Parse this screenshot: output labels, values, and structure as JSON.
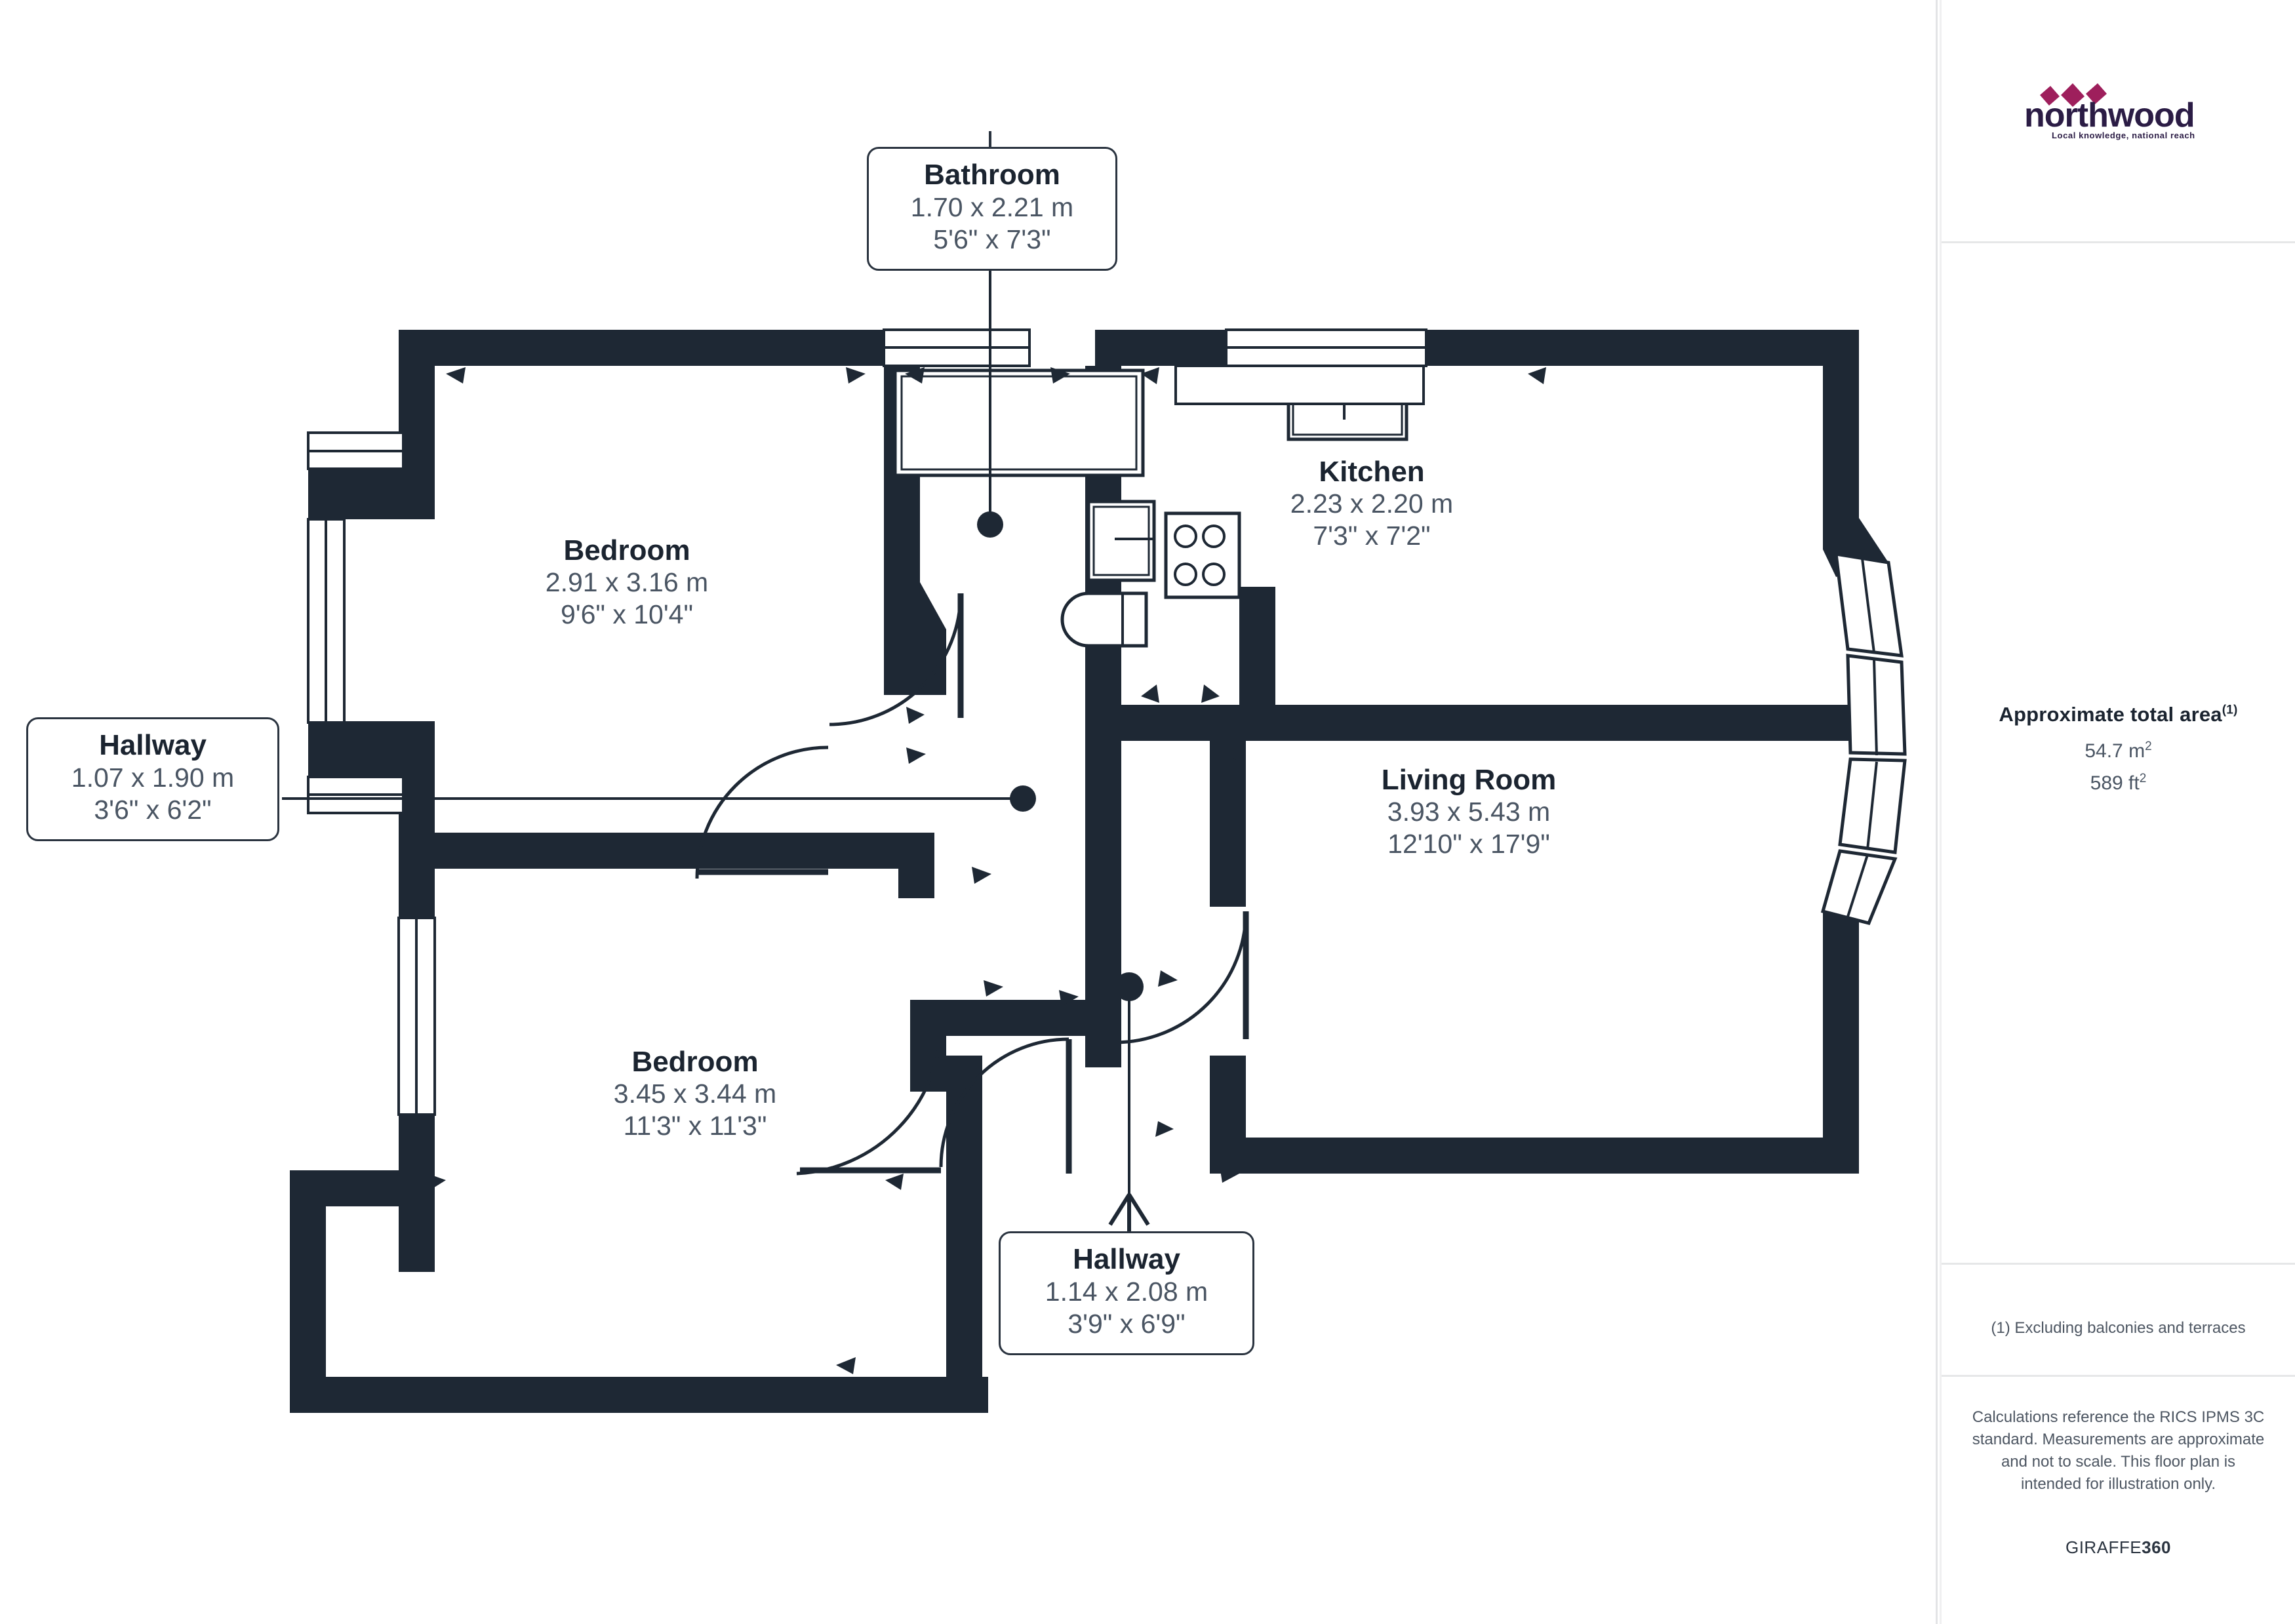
{
  "document": {
    "type": "floor-plan",
    "brand": {
      "logo_text": "northwood",
      "logo_tagline": "Local knowledge, national reach",
      "logo_color": "#2b1c45",
      "logo_accent_color": "#9e1f5c"
    }
  },
  "sidebar": {
    "area_title": "Approximate total area",
    "area_title_superscript": "(1)",
    "area_metric": "54.7 m",
    "area_metric_sup": "2",
    "area_imperial": "589 ft",
    "area_imperial_sup": "2",
    "footnote": "(1) Excluding balconies and terraces",
    "calculations_note": "Calculations reference the RICS IPMS 3C standard. Measurements are approximate and not to scale. This floor plan is intended for illustration only.",
    "provider_prefix": "GIRAFFE",
    "provider_suffix": "360"
  },
  "rooms": [
    {
      "key": "bathroom",
      "name": "Bathroom",
      "dim_metric": "1.70 x 2.21 m",
      "dim_imperial": "5'6\" x 7'3\"",
      "label_style": "callout"
    },
    {
      "key": "bedroom_top",
      "name": "Bedroom",
      "dim_metric": "2.91 x 3.16 m",
      "dim_imperial": "9'6\" x 10'4\"",
      "label_style": "plain"
    },
    {
      "key": "kitchen",
      "name": "Kitchen",
      "dim_metric": "2.23 x 2.20 m",
      "dim_imperial": "7'3\" x 7'2\"",
      "label_style": "plain"
    },
    {
      "key": "hallway_left",
      "name": "Hallway",
      "dim_metric": "1.07 x 1.90 m",
      "dim_imperial": "3'6\" x 6'2\"",
      "label_style": "callout"
    },
    {
      "key": "living_room",
      "name": "Living Room",
      "dim_metric": "3.93 x 5.43 m",
      "dim_imperial": "12'10\" x 17'9\"",
      "label_style": "plain"
    },
    {
      "key": "bedroom_bottom",
      "name": "Bedroom",
      "dim_metric": "3.45 x 3.44 m",
      "dim_imperial": "11'3\" x 11'3\"",
      "label_style": "plain"
    },
    {
      "key": "hallway_bottom",
      "name": "Hallway",
      "dim_metric": "1.14 x 2.08 m",
      "dim_imperial": "3'9\" x 6'9\"",
      "label_style": "callout"
    }
  ],
  "fixtures": [
    {
      "name": "bath-tub",
      "room": "bathroom"
    },
    {
      "name": "wash-basin",
      "room": "bathroom"
    },
    {
      "name": "toilet",
      "room": "bathroom"
    },
    {
      "name": "kitchen-sink",
      "room": "kitchen"
    },
    {
      "name": "hob",
      "room": "kitchen"
    },
    {
      "name": "kitchen-counter",
      "room": "kitchen"
    }
  ],
  "colors": {
    "wall": "#1e2834",
    "outline": "#1e2834",
    "text_primary": "#1b2430",
    "text_secondary": "#4a5563",
    "divider": "#e6e7e8",
    "background": "#ffffff"
  }
}
